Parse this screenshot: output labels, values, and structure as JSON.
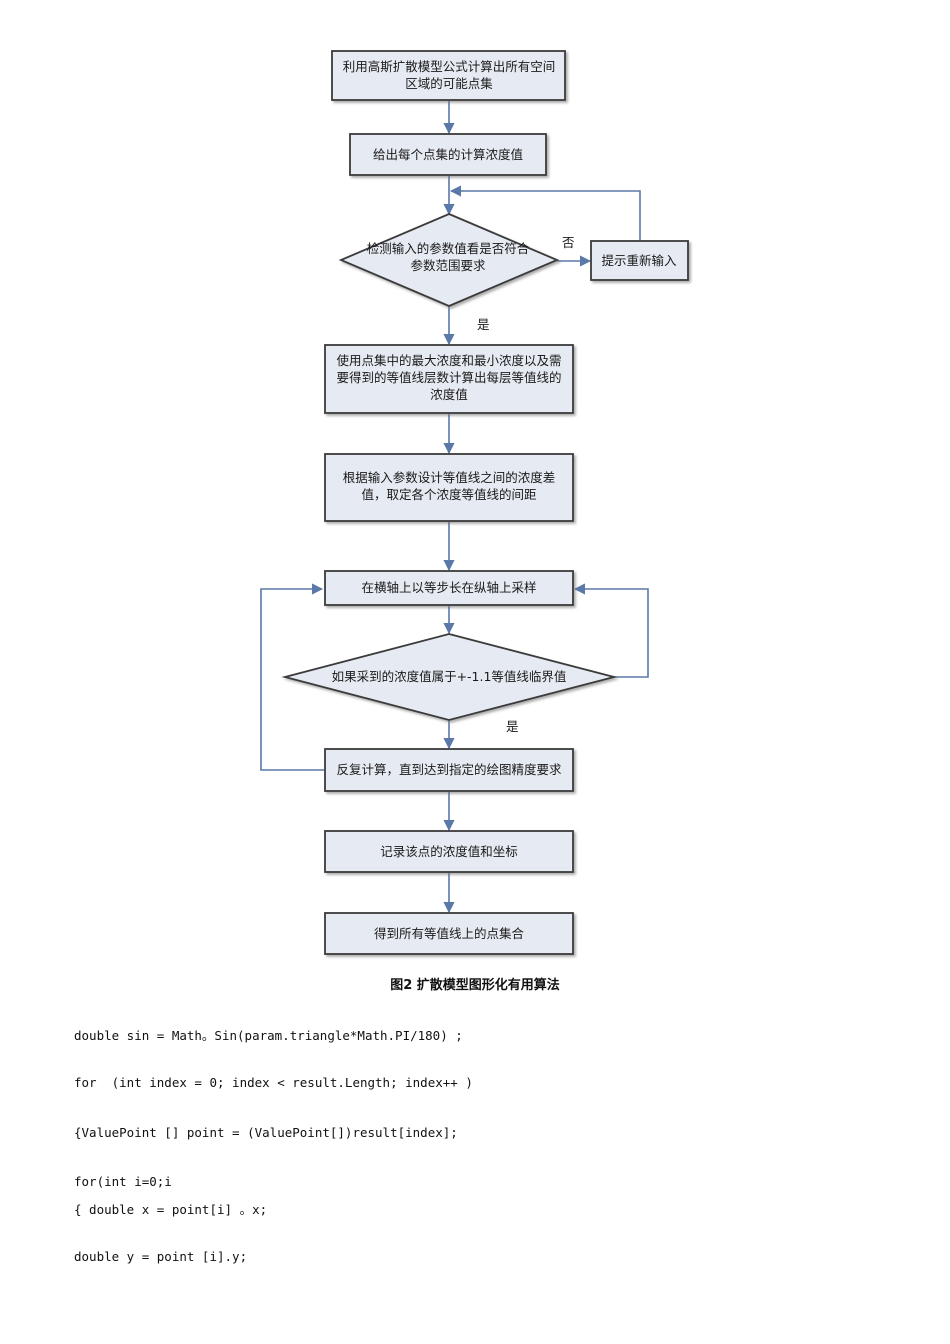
{
  "flowchart": {
    "step1": [
      "利用高斯扩散模型公式计算出所有空间",
      "区域的可能点集"
    ],
    "step2": "给出每个点集的计算浓度值",
    "decision1": [
      "检测输入的参数值看是否符合",
      "参数范围要求"
    ],
    "retry_box": "提示重新输入",
    "no_label": "否",
    "yes_label_1": "是",
    "step3": [
      "使用点集中的最大浓度和最小浓度以及需",
      "要得到的等值线层数计算出每层等值线的",
      "浓度值"
    ],
    "step4": [
      "根据输入参数设计等值线之间的浓度差",
      "值，取定各个浓度等值线的间距"
    ],
    "step5": "在横轴上以等步长在纵轴上采样",
    "decision2": "如果采到的浓度值属于+-1.1等值线临界值",
    "yes_label_2": "是",
    "step6": "反复计算，直到达到指定的绘图精度要求",
    "step7": "记录该点的浓度值和坐标",
    "step8": "得到所有等值线上的点集合"
  },
  "caption": "图2 扩散模型图形化有用算法",
  "code_lines": [
    "double sin = Math。Sin(param.triangle*Math.PI/180) ;",
    "for  (int index = 0; index < result.Length; index++ )",
    "{ValuePoint [] point = (ValuePoint[])result[index];",
    "for(int i=0;i",
    "{ double x = point[i] 。x;",
    "double y = point [i].y;"
  ],
  "colors": {
    "box_fill": "#e6eaf2",
    "box_border": "#3a3a3a",
    "arrow": "#5a78a8"
  }
}
